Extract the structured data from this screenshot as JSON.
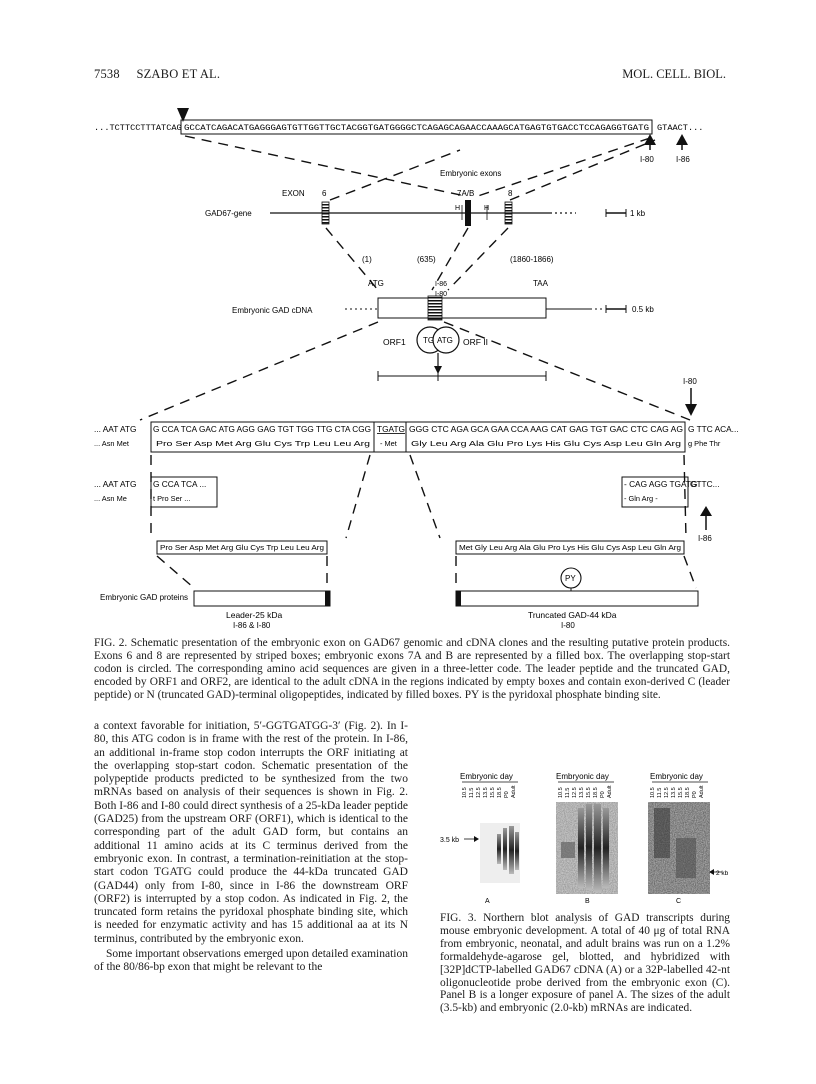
{
  "header": {
    "page_number": "7538",
    "authors": "SZABO ET AL.",
    "journal": "MOL. CELL. BIOL."
  },
  "figure2": {
    "top_sequence": "...TCTTCCTTTATCAG GCCATCAGACATGAGGGAGTGTTGGTTGCTACGGTGATGGGGCTCAGAGCAGAACCAAAGCATGAGTGTGACCTCCAGAGGTGATG GTAACT...",
    "top_seq_left": "...TCTTCCTTTATCAG",
    "top_seq_box": "GCCATCAGACATGAGGGAGTGTTGGTTGCTACGGTGATGGGGCTCAGAGCAGAACCAAAGCATGAGTGTGACCTCCAGAGGTGATG",
    "top_seq_right": "GTAACT...",
    "label_i80": "I-80",
    "label_i86": "I-86",
    "embryonic_exons_label": "Embryonic exons",
    "exon_label": "EXON",
    "exon6": "6",
    "exon7ab": "7A/B",
    "exon8": "8",
    "gene_label": "GAD67-gene",
    "h_label": "H",
    "scale_1kb": "1 kb",
    "pos1": "(1)",
    "pos635": "(635)",
    "pos1860": "(1860-1866)",
    "atg": "ATG",
    "taa": "TAA",
    "cdna_label": "Embryonic GAD cDNA",
    "scale_05kb": "0.5 kb",
    "circle_tg": "TG",
    "circle_atg": "ATG",
    "orf1": "ORF1",
    "orf2": "ORF II",
    "nt_seq_left": "... AAT ATG",
    "nt_seq_box1": "G CCA TCA GAC ATG AGG GAG TGT TGG TTG CTA CGG",
    "nt_seq_stop": "TGATG",
    "nt_seq_box2": "GGG CTC AGA GCA GAA CCA AAG CAT GAG TGT GAC CTC CAG AG",
    "nt_seq_right": "G TTC ACA...",
    "aa_seq_left": "... Asn Met",
    "aa_seq_box1": "Pro Ser Asp Met Arg Glu Cys Trp Leu Leu Arg",
    "aa_seq_mid": "- Met",
    "aa_seq_box2": "Gly Leu Arg Ala Glu Pro Lys His Glu Cys Asp Leu Gln Arg",
    "aa_seq_right": "g Phe Thr",
    "i86_nt_left": "... AAT ATG",
    "i86_nt_box": "G CCA TCA ...",
    "i86_aa_left": "... Asn Me",
    "i86_aa_box": "t Pro Ser ...",
    "i86_nt_right_box": "- CAG AGG TGATG",
    "i86_nt_right": "GTTC...",
    "i86_aa_right_box": "- Gln Arg -",
    "leader_peptide": "Pro Ser Asp Met Arg Glu Cys Trp Leu Leu Arg",
    "truncated_peptide": "Met Gly Leu Arg Ala Glu Pro Lys His Glu Cys Asp Leu Gln Arg",
    "py_label": "PY",
    "proteins_label": "Embryonic GAD proteins",
    "leader_name": "Leader-25 kDa",
    "leader_sub": "I-86 & I-80",
    "truncated_name": "Truncated GAD-44 kDa",
    "truncated_sub": "I-80"
  },
  "caption2": "FIG. 2. Schematic presentation of the embryonic exon on GAD67 genomic and cDNA clones and the resulting putative protein products. Exons 6 and 8 are represented by striped boxes; embryonic exons 7A and B are represented by a filled box. The overlapping stop-start codon is circled. The corresponding amino acid sequences are given in a three-letter code. The leader peptide and the truncated GAD, encoded by ORF1 and ORF2, are identical to the adult cDNA in the regions indicated by empty boxes and contain exon-derived C (leader peptide) or N (truncated GAD)-terminal oligopeptides, indicated by filled boxes. PY is the pyridoxal phosphate binding site.",
  "body_paragraphs": [
    "a context favorable for initiation, 5′-GGTGATGG-3′ (Fig. 2). In I-80, this ATG codon is in frame with the rest of the protein. In I-86, an additional in-frame stop codon interrupts the ORF initiating at the overlapping stop-start codon. Schematic presentation of the polypeptide products predicted to be synthesized from the two mRNAs based on analysis of their sequences is shown in Fig. 2. Both I-86 and I-80 could direct synthesis of a 25-kDa leader peptide (GAD25) from the upstream ORF (ORF1), which is identical to the corresponding part of the adult GAD form, but contains an additional 11 amino acids at its C terminus derived from the embryonic exon. In contrast, a termination-reinitiation at the stop-start codon TGATG could produce the 44-kDa truncated GAD (GAD44) only from I-80, since in I-86 the downstream ORF (ORF2) is interrupted by a stop codon. As indicated in Fig. 2, the truncated form retains the pyridoxal phosphate binding site, which is needed for enzymatic activity and has 15 additional aa at its N terminus, contributed by the embryonic exon.",
    "Some important observations emerged upon detailed examination of the 80/86-bp exon that might be relevant to the"
  ],
  "figure3": {
    "panel_title": "Embryonic day",
    "lanes": [
      "10.5",
      "11.5",
      "12.5",
      "13.5",
      "15.5",
      "18.5",
      "P0",
      "Adult"
    ],
    "marker_left": "3.5 kb",
    "marker_right": "2 kb",
    "panel_a": "A",
    "panel_b": "B",
    "panel_c": "C"
  },
  "caption3": "FIG. 3. Northern blot analysis of GAD transcripts during mouse embryonic development. A total of 40 μg of total RNA from embryonic, neonatal, and adult brains was run on a 1.2% formaldehyde-agarose gel, blotted, and hybridized with [32P]dCTP-labelled GAD67 cDNA (A) or a 32P-labelled 42-nt oligonucleotide probe derived from the embryonic exon (C). Panel B is a longer exposure of panel A. The sizes of the adult (3.5-kb) and embryonic (2.0-kb) mRNAs are indicated."
}
